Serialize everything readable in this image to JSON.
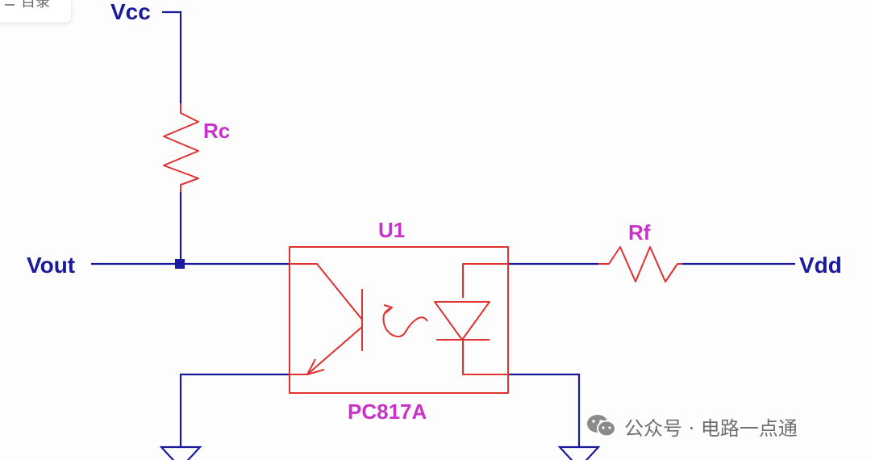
{
  "toc": {
    "label": "目录"
  },
  "labels": {
    "vcc": "Vcc",
    "rc": "Rc",
    "vout": "Vout",
    "u1": "U1",
    "rf": "Rf",
    "vdd": "Vdd",
    "part": "PC817A"
  },
  "watermark": {
    "text": "公众号 · 电路一点通",
    "icon": "wechat-icon"
  },
  "colors": {
    "wire": "#1a1a9e",
    "component": "#e03030",
    "component_label": "#c832c8",
    "net_label": "#1a1a9e"
  }
}
